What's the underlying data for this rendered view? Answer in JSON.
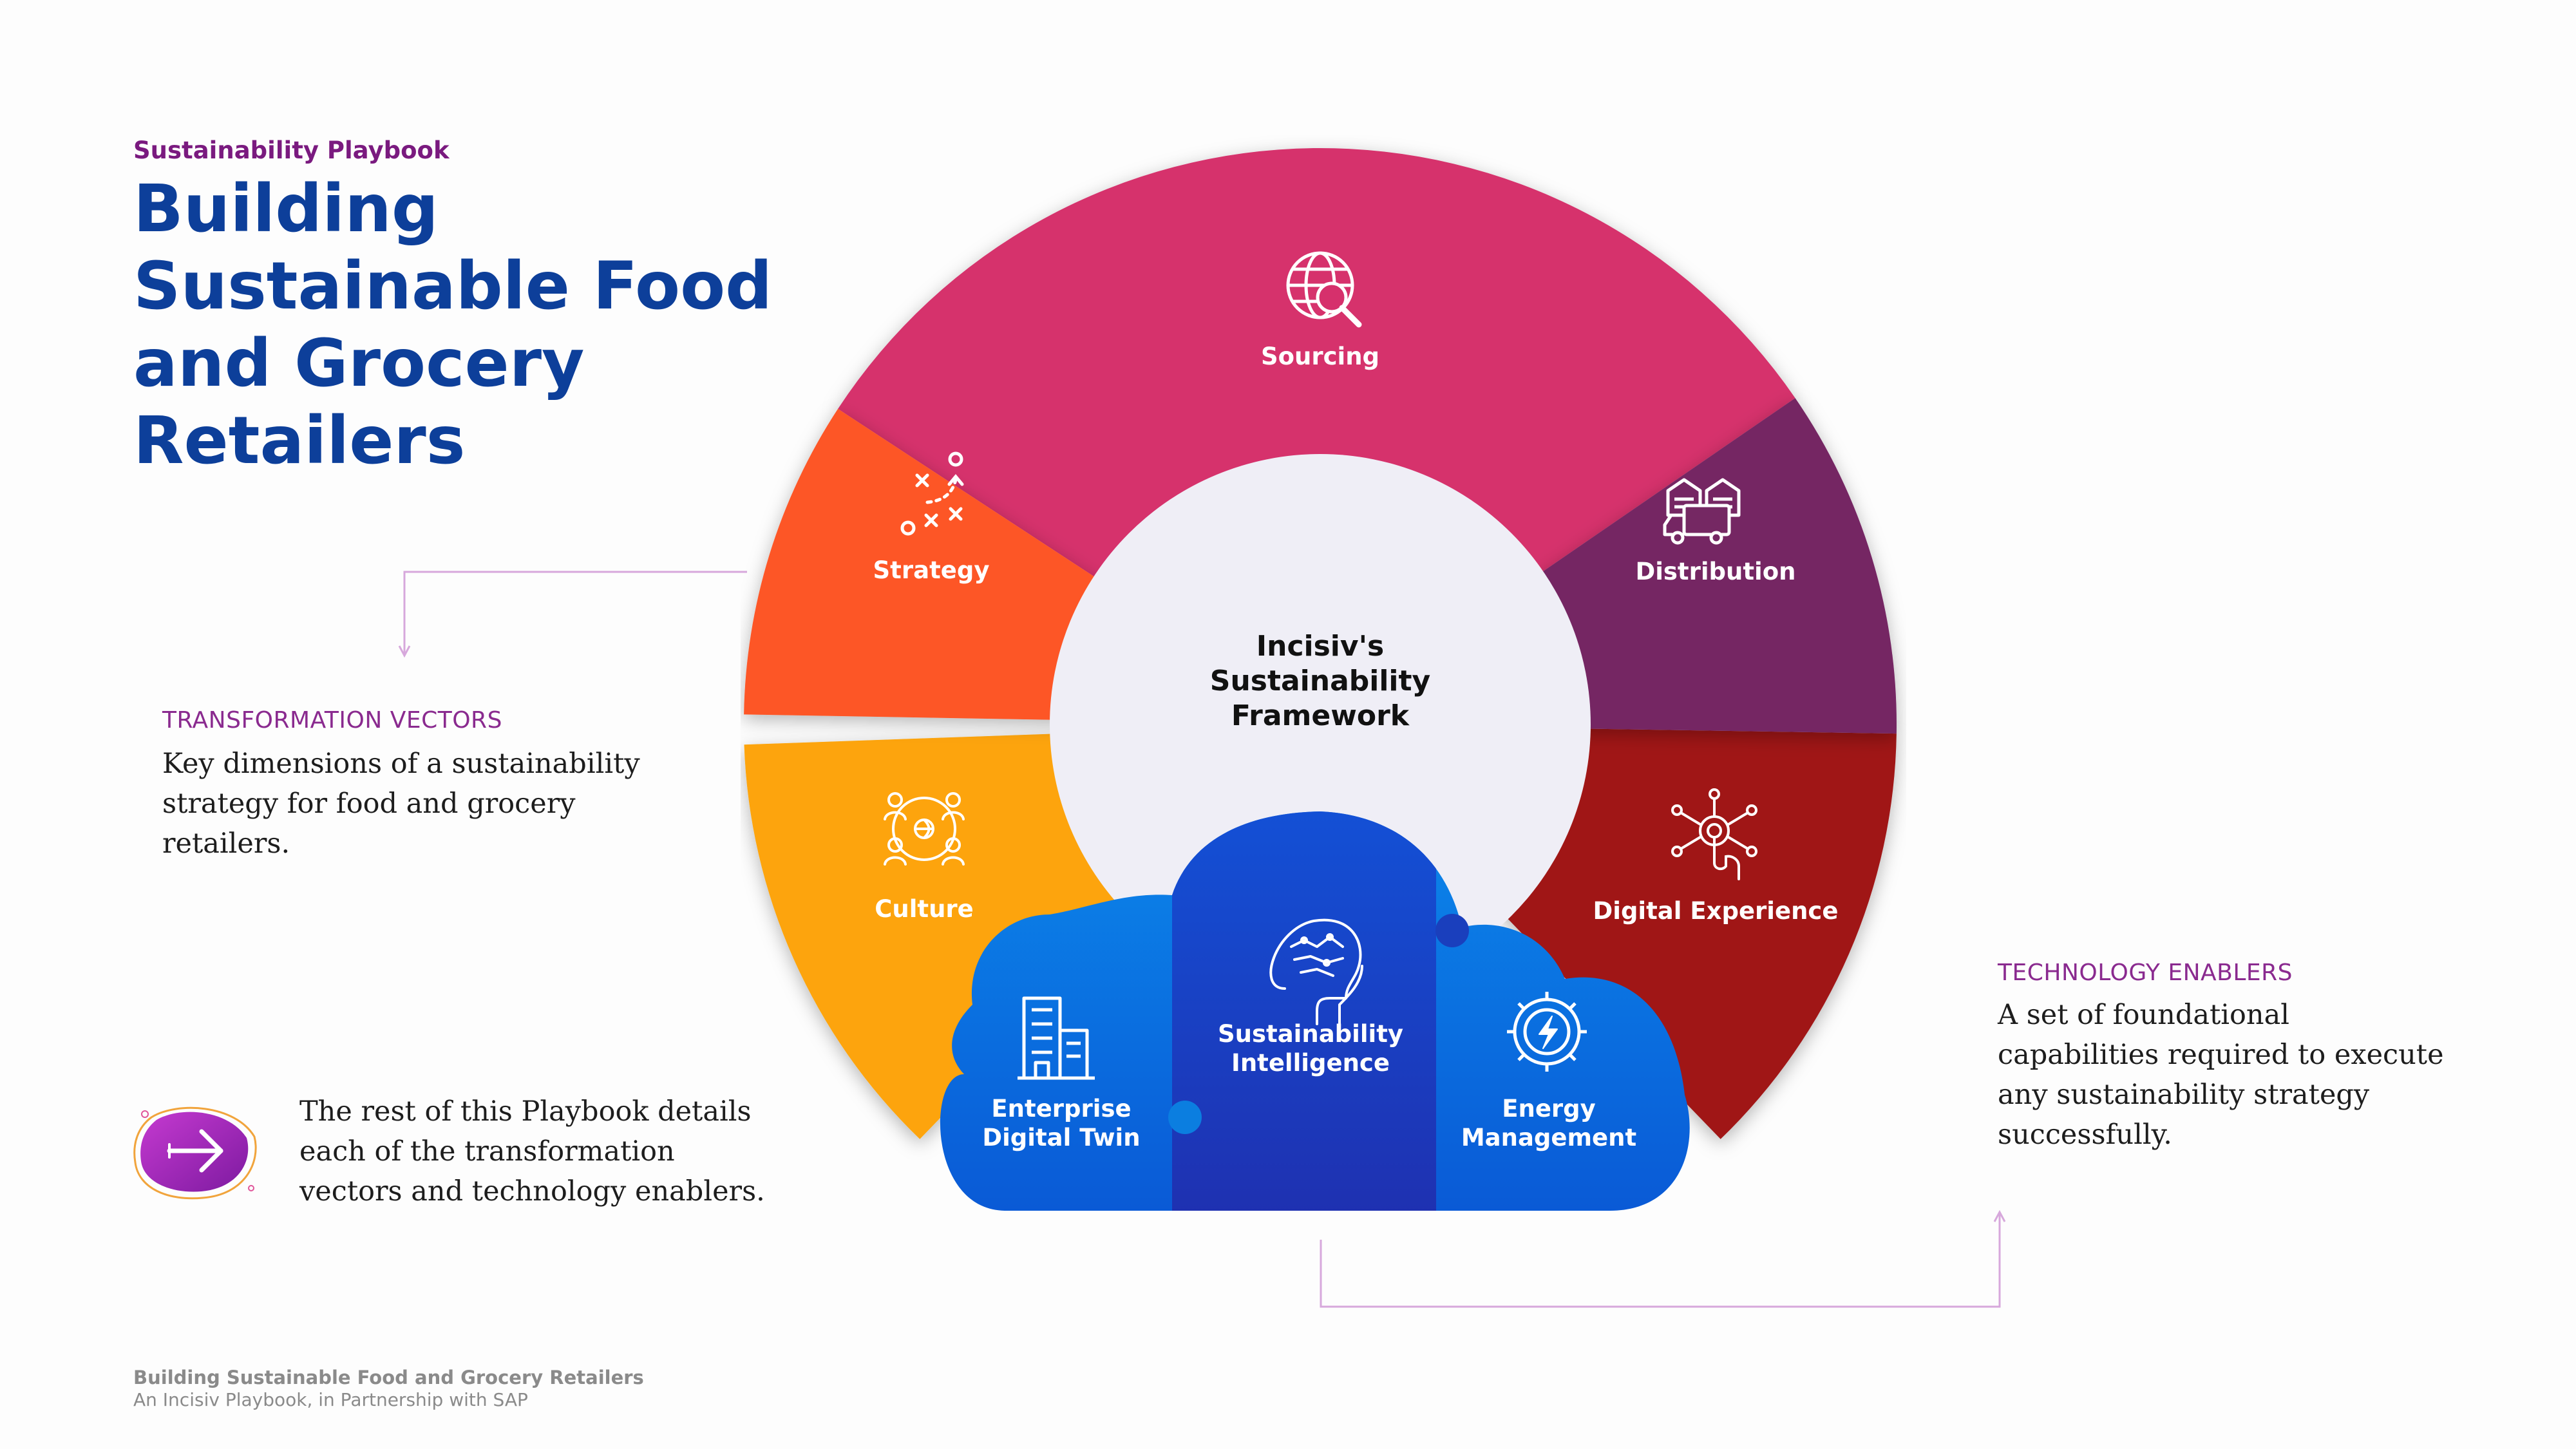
{
  "header": {
    "eyebrow": "Sustainability Playbook",
    "title_lines": [
      "Building",
      "Sustainable Food",
      "and Grocery",
      "Retailers"
    ]
  },
  "transformation": {
    "heading": "TRANSFORMATION VECTORS",
    "body_lines": [
      "Key dimensions of a sustainability",
      "strategy for food and grocery",
      "retailers."
    ]
  },
  "technology": {
    "heading": "TECHNOLOGY ENABLERS",
    "body_lines": [
      "A set of foundational",
      "capabilities required to execute",
      "any sustainability strategy",
      "successfully."
    ]
  },
  "callout": {
    "body_lines": [
      "The rest of this Playbook details",
      "each of the transformation",
      "vectors and technology enablers."
    ],
    "icon": "arrow-right-icon"
  },
  "framework": {
    "center_lines": [
      "Incisiv's",
      "Sustainability",
      "Framework"
    ],
    "vectors": [
      {
        "label": "Sourcing",
        "icon": "globe-search-icon",
        "color": "#d6306c"
      },
      {
        "label": "Distribution",
        "icon": "warehouse-truck-icon",
        "color": "#752863"
      },
      {
        "label": "Digital Experience",
        "icon": "touch-network-icon",
        "color": "#a01418"
      },
      {
        "label": "Culture",
        "icon": "team-icon",
        "color": "#fda407"
      },
      {
        "label": "Strategy",
        "icon": "strategy-play-icon",
        "color": "#fd5627"
      }
    ],
    "enablers": [
      {
        "label_lines": [
          "Enterprise",
          "Digital Twin"
        ],
        "icon": "building-icon"
      },
      {
        "label_lines": [
          "Sustainability",
          "Intelligence"
        ],
        "icon": "brain-head-icon"
      },
      {
        "label_lines": [
          "Energy",
          "Management"
        ],
        "icon": "energy-gear-icon"
      }
    ]
  },
  "footer": {
    "title": "Building Sustainable Food and Grocery Retailers",
    "subtitle": "An Incisiv Playbook, in Partnership with SAP"
  },
  "colors": {
    "title_blue": "#0d3f9a",
    "accent_purple": "#8a2a8f",
    "center_fill": "#efeef6",
    "cloud_light": "#0b7ee0",
    "cloud_dark": "#1a3fbd"
  }
}
